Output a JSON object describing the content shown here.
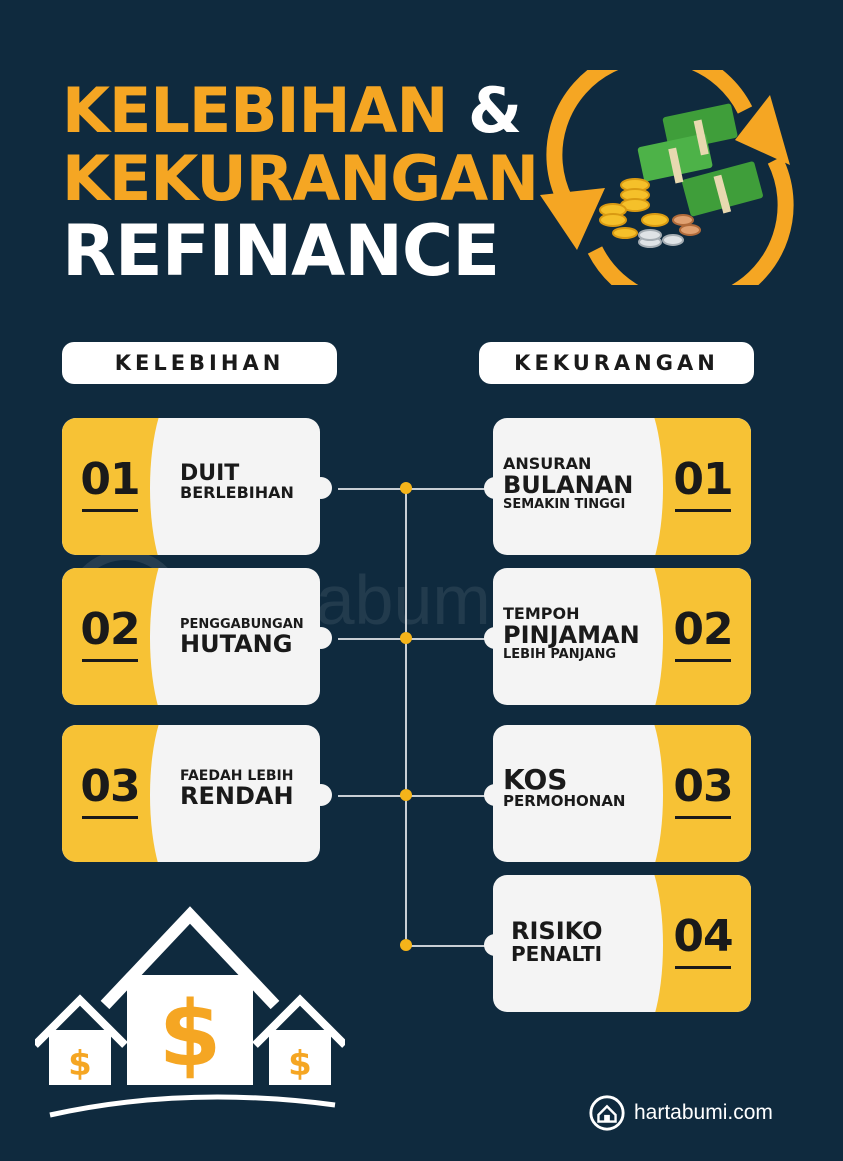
{
  "title": {
    "line1": "KELEBIHAN",
    "ampersand": "&",
    "line2": "KEKURANGAN",
    "line3": "REFINANCE"
  },
  "columns": {
    "left": "KELEBIHAN",
    "right": "KEKURANGAN"
  },
  "kelebihan": [
    {
      "num": "01",
      "small": "DUIT",
      "small_big": true,
      "line2": "BERLEBIHAN"
    },
    {
      "num": "02",
      "line1": "PENGGABUNGAN",
      "line2": "HUTANG"
    },
    {
      "num": "03",
      "line1": "FAEDAH LEBIH",
      "line2": "RENDAH"
    }
  ],
  "kekurangan": [
    {
      "num": "01",
      "line1": "ANSURAN",
      "line2": "BULANAN",
      "line3": "SEMAKIN TINGGI"
    },
    {
      "num": "02",
      "line1": "TEMPOH",
      "line2": "PINJAMAN",
      "line3": "LEBIH PANJANG"
    },
    {
      "num": "03",
      "line1": "KOS",
      "line2": "PERMOHONAN"
    },
    {
      "num": "04",
      "line1": "RISIKO",
      "line2": "PENALTI"
    }
  ],
  "houses": {
    "symbol": "$"
  },
  "watermark": "hartabumi.com",
  "brand": "hartabumi.com",
  "colors": {
    "background": "#0f2a3e",
    "accent": "#f5a623",
    "band": "#f7c235",
    "card": "#f4f4f4"
  },
  "icons": {
    "money": "money-cycle-icon",
    "houses": "houses-dollar-icon",
    "brand": "house-logo-icon"
  }
}
